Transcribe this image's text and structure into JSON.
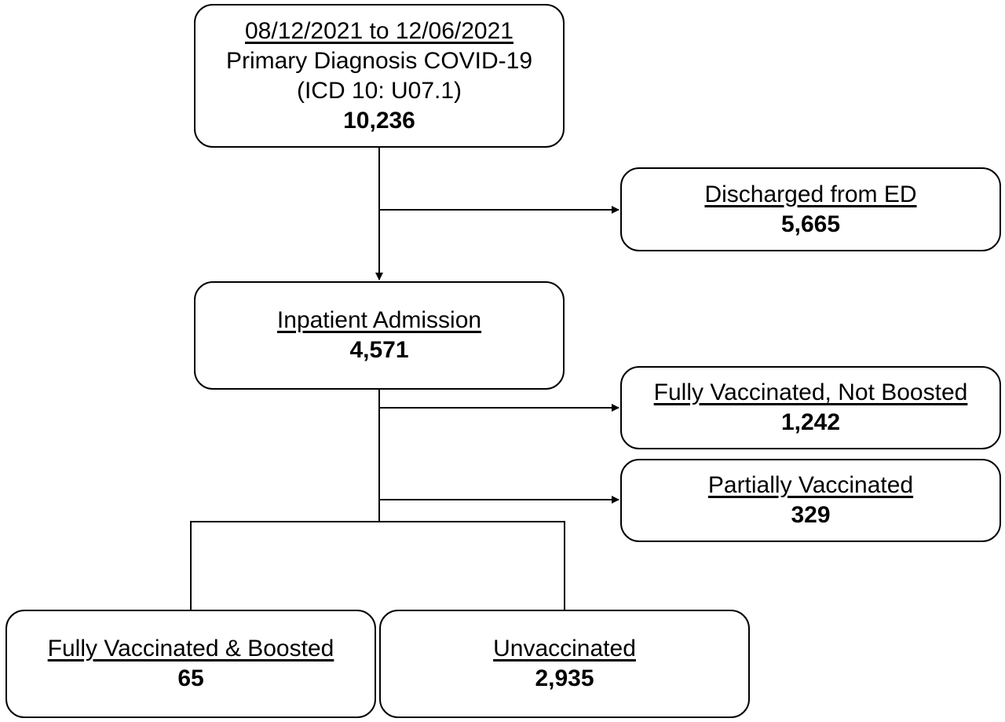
{
  "start": {
    "date_range": "08/12/2021 to 12/06/2021",
    "line1": "Primary Diagnosis COVID-19",
    "line2": "(ICD 10: U07.1)",
    "count": "10,236"
  },
  "discharged": {
    "label": "Discharged from ED",
    "count": "5,665"
  },
  "inpatient": {
    "label": "Inpatient Admission",
    "count": "4,571"
  },
  "fully_not_boosted": {
    "label": "Fully Vaccinated, Not Boosted",
    "count": "1,242"
  },
  "partially": {
    "label": "Partially Vaccinated",
    "count": "329"
  },
  "fully_boosted": {
    "label": "Fully Vaccinated & Boosted",
    "count": "65"
  },
  "unvaccinated": {
    "label": "Unvaccinated",
    "count": "2,935"
  }
}
